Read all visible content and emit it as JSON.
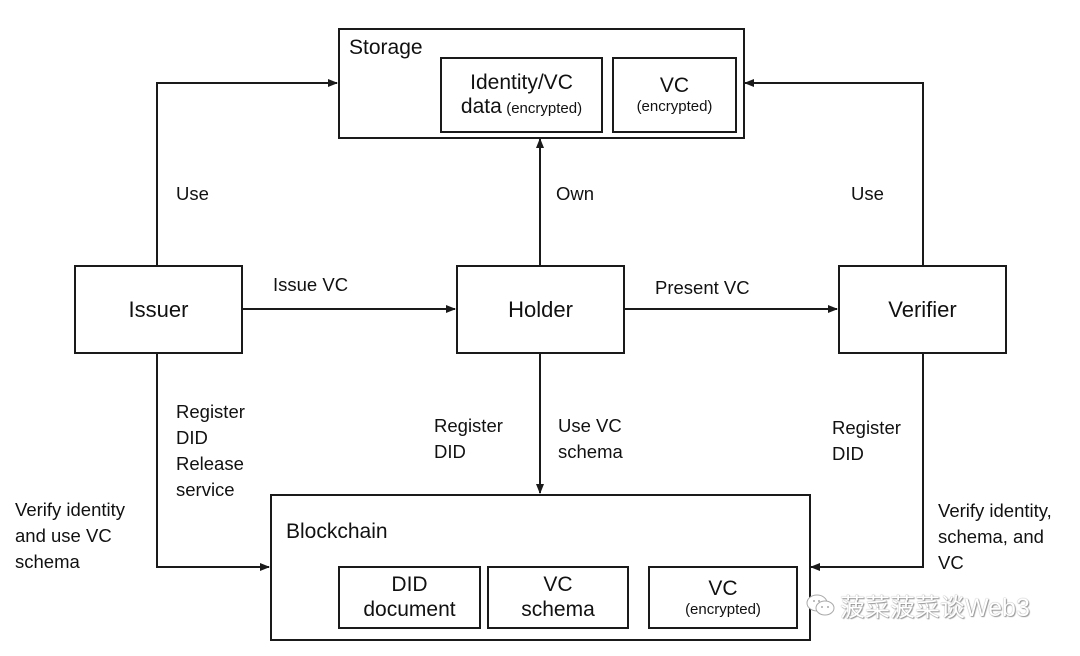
{
  "diagram": {
    "storage": {
      "title": "Storage",
      "items": [
        {
          "main": "Identity/VC",
          "main2": "data",
          "note": "(encrypted)"
        },
        {
          "main": "VC",
          "note": "(encrypted)"
        }
      ]
    },
    "blockchain": {
      "title": "Blockchain",
      "items": [
        {
          "line1": "DID",
          "line2": "document"
        },
        {
          "line1": "VC",
          "line2": "schema"
        },
        {
          "line1": "VC",
          "note": "(encrypted)"
        }
      ]
    },
    "actors": {
      "issuer": "Issuer",
      "holder": "Holder",
      "verifier": "Verifier"
    },
    "edges": {
      "issuer_storage": "Use",
      "holder_storage": "Own",
      "verifier_storage": "Use",
      "issue_vc": "Issue VC",
      "present_vc": "Present VC",
      "issuer_blockchain": [
        "Register",
        "DID",
        "Release",
        "service"
      ],
      "issuer_verify": [
        "Verify identity",
        "and use VC",
        "schema"
      ],
      "holder_register": [
        "Register",
        "DID"
      ],
      "holder_use_schema": [
        "Use VC",
        "schema"
      ],
      "verifier_register": [
        "Register",
        "DID"
      ],
      "verifier_verify": [
        "Verify identity,",
        "schema, and",
        "VC"
      ]
    }
  },
  "watermark": {
    "text": "菠菜菠菜谈Web3",
    "icon": "wechat-icon"
  },
  "colors": {
    "stroke": "#1a1a1a",
    "background": "#ffffff"
  }
}
